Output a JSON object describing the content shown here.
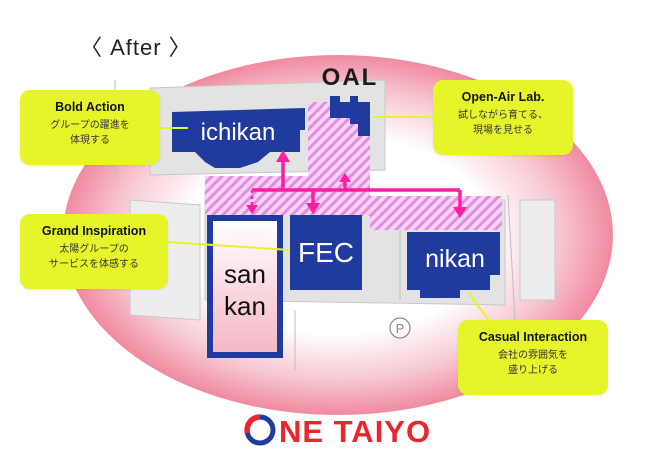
{
  "page": {
    "title": "〈 After 〉"
  },
  "colors": {
    "accent": "#e6f52a",
    "building": "#1f3b9e",
    "arrow": "#ff1ea0",
    "hatch": "#e58be3",
    "halo": "#f08aa0"
  },
  "buildings": {
    "ichikan": "ichikan",
    "oal": "OAL",
    "fec": "FEC",
    "nikan": "nikan",
    "sankan_line1": "san",
    "sankan_line2": "kan"
  },
  "parking_symbol": "P",
  "callouts": {
    "bold_action": {
      "title": "Bold Action",
      "line1": "グループの躍進を",
      "line2": "体現する"
    },
    "open_air": {
      "title": "Open-Air Lab.",
      "line1": "試しながら育てる、",
      "line2": "現場を見せる"
    },
    "grand": {
      "title": "Grand Inspiration",
      "line1": "太陽グループの",
      "line2": "サービスを体感する"
    },
    "casual": {
      "title": "Casual Interaction",
      "line1": "会社の雰囲気を",
      "line2": "盛り上げる"
    }
  },
  "logo": {
    "o": "O",
    "rest": "NE TAIYO"
  }
}
